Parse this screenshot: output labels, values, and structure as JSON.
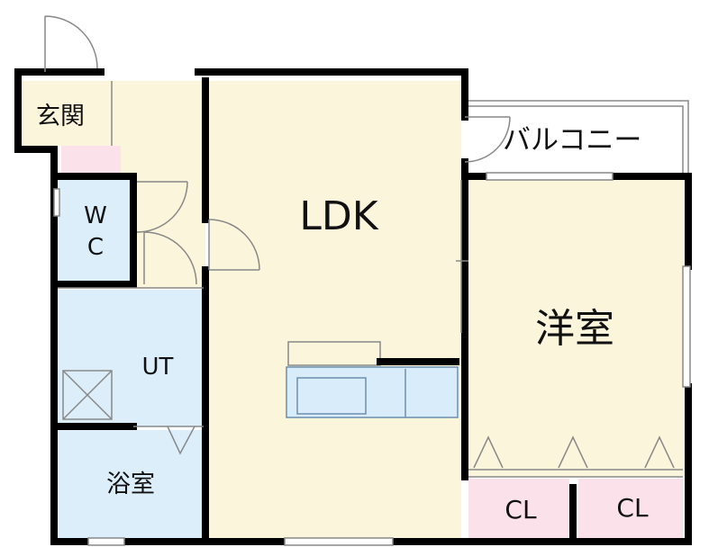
{
  "rooms": {
    "genkan": "玄関",
    "wc_1": "W",
    "wc_2": "C",
    "ldk": "LDK",
    "balcony": "バルコニー",
    "yoshitsu": "洋室",
    "ut": "UT",
    "yokushitsu": "浴室",
    "cl_left": "CL",
    "cl_right": "CL"
  },
  "colors": {
    "wall": "#000000",
    "floor_beige": "#fbf5dc",
    "floor_blue": "#ddeefb",
    "floor_pink": "#fbe1ea",
    "fixture_blue": "#d8ecf9",
    "fixture_stroke": "#6a8fb0",
    "thin_line": "#888888"
  },
  "icons": {
    "door_swing": "door-swing-icon",
    "closet_marker": "triangle-marker-icon",
    "washer_pan": "washer-pan-icon",
    "kitchen_counter": "kitchen-counter-icon"
  }
}
